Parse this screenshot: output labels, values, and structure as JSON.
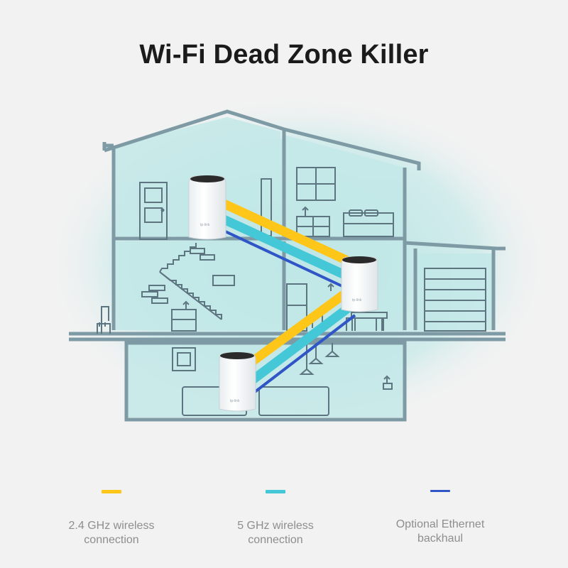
{
  "title": "Wi-Fi Dead Zone Killer",
  "device_brand": "tp-link",
  "colors": {
    "background": "#f2f2f2",
    "house_outline": "#7e9aa4",
    "house_fill": "#bfe6e6",
    "glow": "#9fdcdc",
    "band_24ghz": "#ffc61a",
    "band_5ghz": "#44c7d6",
    "ethernet": "#2f55c6",
    "device_body": "#ffffff",
    "device_top": "#2b2b2b"
  },
  "legend": [
    {
      "id": "band-24",
      "color": "#ffc61a",
      "label": "2.4 GHz wireless\nconnection"
    },
    {
      "id": "band-5",
      "color": "#44c7d6",
      "label": "5 GHz wireless\nconnection"
    },
    {
      "id": "ethernet",
      "color": "#2f55c6",
      "label": "Optional Ethernet\nbackhaul"
    }
  ]
}
